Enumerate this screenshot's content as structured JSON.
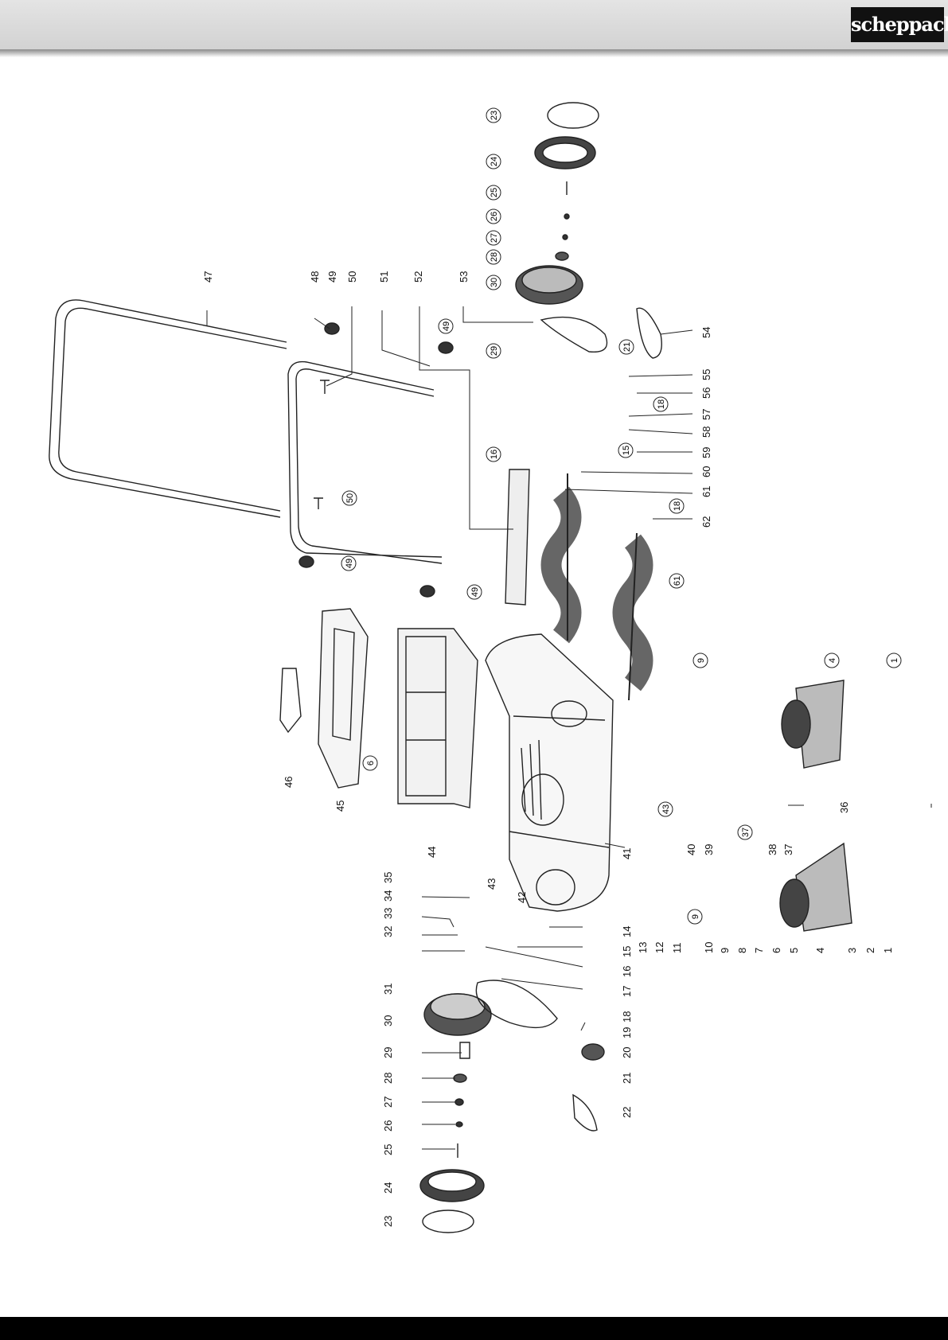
{
  "brand": {
    "logo_text": "scheppach"
  },
  "diagram": {
    "type": "exploded parts view",
    "labels_lower": [
      "1",
      "2",
      "3",
      "4",
      "5",
      "6",
      "7",
      "8",
      "9",
      "10",
      "11",
      "12",
      "13",
      "14",
      "15",
      "16",
      "17",
      "18",
      "19",
      "20",
      "21",
      "22",
      "23",
      "24",
      "25",
      "26",
      "27",
      "28",
      "29",
      "30",
      "31",
      "32",
      "33",
      "34",
      "35",
      "36",
      "37",
      "38",
      "39",
      "40",
      "41",
      "42",
      "43",
      "44",
      "45",
      "46"
    ],
    "labels_upper": [
      "47",
      "48",
      "49",
      "50",
      "51",
      "52",
      "53",
      "54",
      "55",
      "56",
      "57",
      "58",
      "59",
      "60",
      "61",
      "62"
    ],
    "labels_circled": [
      "23",
      "24",
      "25",
      "26",
      "27",
      "28",
      "30",
      "21",
      "29",
      "28",
      "27",
      "32",
      "33",
      "34",
      "35",
      "16",
      "15",
      "18",
      "49",
      "50",
      "49",
      "49",
      "61",
      "18",
      "9",
      "10",
      "9",
      "8",
      "6",
      "5",
      "4",
      "3",
      "2",
      "1",
      "13",
      "12",
      "11",
      "6",
      "6",
      "37",
      "13",
      "43",
      "9"
    ]
  }
}
